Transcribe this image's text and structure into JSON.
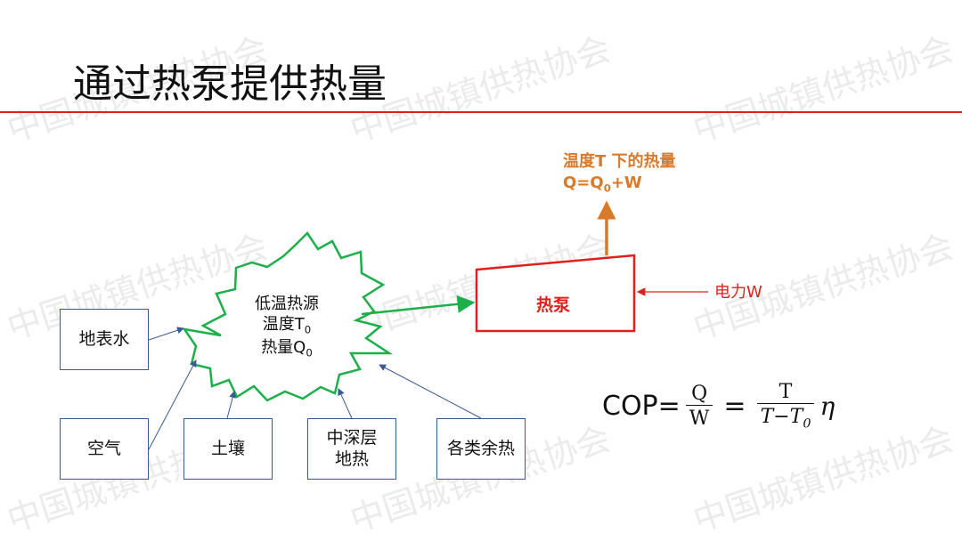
{
  "title": "通过热泵提供热量",
  "watermark_text": "中国城镇供热协会",
  "center": {
    "line1": "低温热源",
    "line2_prefix": "温度T",
    "line2_sub": "0",
    "line3_prefix": "热量Q",
    "line3_sub": "0"
  },
  "sources": {
    "surface_water": "地表水",
    "air": "空气",
    "soil": "土壤",
    "geothermal": "中深层地热",
    "waste_heat": "各类余热"
  },
  "heat_pump": {
    "label": "热泵"
  },
  "output": {
    "line1": "温度T 下的热量",
    "line2_prefix": "Q=Q",
    "line2_sub": "0",
    "line2_suffix": "+W"
  },
  "power": {
    "label": "电力W"
  },
  "formula": {
    "cop": "COP=",
    "frac1_num": "Q",
    "frac1_den": "W",
    "eq": "=",
    "frac2_num": "T",
    "frac2_den_prefix": "T−T",
    "frac2_den_sub": "0",
    "eta": "η"
  },
  "colors": {
    "title_rule": "#e0201b",
    "star_outline": "#1db04a",
    "heat_pump": "#e0201b",
    "output_arrow": "#d97a2b",
    "box_border": "#3a5a96"
  }
}
